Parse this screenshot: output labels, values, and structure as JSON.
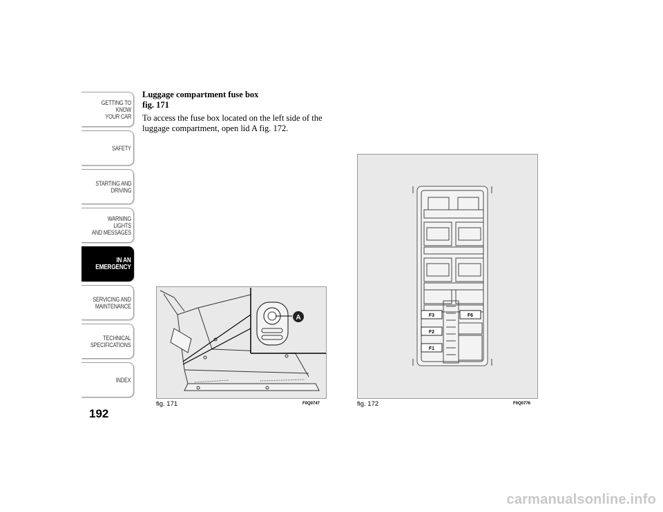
{
  "sidebar": {
    "tabs": [
      {
        "label": "GETTING TO KNOW\nYOUR CAR",
        "active": false
      },
      {
        "label": "SAFETY",
        "active": false
      },
      {
        "label": "STARTING AND\nDRIVING",
        "active": false
      },
      {
        "label": "WARNING LIGHTS\nAND MESSAGES",
        "active": false
      },
      {
        "label": "IN AN\nEMERGENCY",
        "active": true
      },
      {
        "label": "SERVICING AND\nMAINTENANCE",
        "active": false
      },
      {
        "label": "TECHNICAL\nSPECIFICATIONS",
        "active": false
      },
      {
        "label": "INDEX",
        "active": false
      }
    ]
  },
  "page_number": "192",
  "section": {
    "heading_line1": "Luggage compartment fuse box",
    "heading_line2": "fig. 171",
    "body": "To access the fuse box located on the left side of the luggage compartment, open lid A fig. 172."
  },
  "figure_171": {
    "label": "fig. 171",
    "code": "F0Q0747",
    "callout": "A"
  },
  "figure_172": {
    "label": "fig. 172",
    "code": "F0Q0776",
    "fuses": [
      "F3",
      "F6",
      "F2",
      "F1"
    ]
  },
  "watermark": "carmanualsonline.info"
}
